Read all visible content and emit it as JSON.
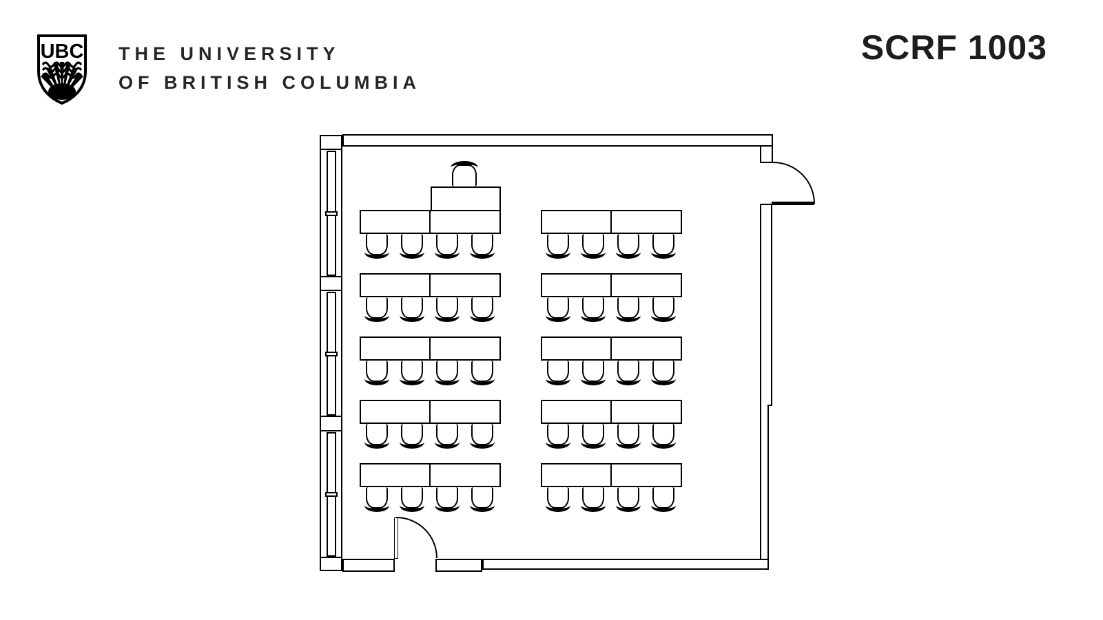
{
  "header": {
    "crest_monogram": "UBC",
    "wordmark_line1": "THE UNIVERSITY",
    "wordmark_line2": "OF BRITISH COLUMBIA",
    "room_code": "SCRF 1003"
  },
  "plan": {
    "type": "classroom-floor-plan",
    "room_code": "SCRF 1003",
    "summary": {
      "window_sections": 3,
      "doors": 2,
      "student_tables": 10,
      "student_chairs": 40,
      "table_rows": 5,
      "table_columns": 2,
      "instructor_tables": 1,
      "instructor_chairs": 1
    }
  }
}
